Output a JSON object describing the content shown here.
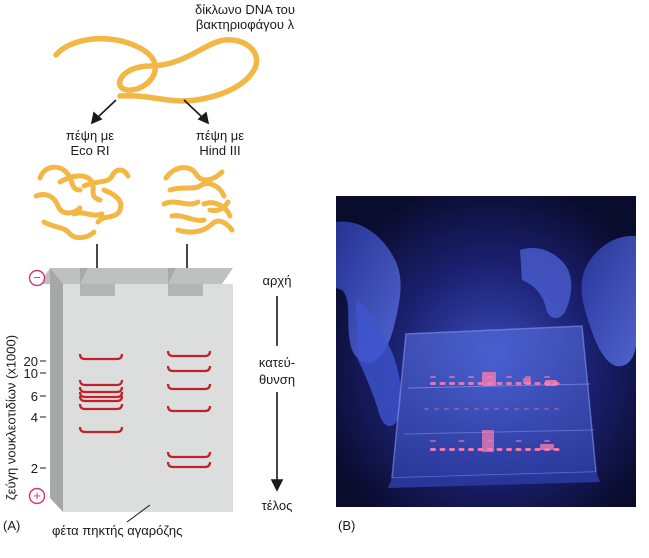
{
  "panel_a": {
    "dna_title_line1": "δίκλωνο DNA του",
    "dna_title_line2": "βακτηριοφάγου λ",
    "digest_left_line1": "πέψη με",
    "digest_left_line2": "Eco RI",
    "digest_right_line1": "πέψη με",
    "digest_right_line2": "Hind III",
    "y_axis_label": "ζεύγη νουκλεοτιδίων (x1000)",
    "tick_labels": [
      "20",
      "10",
      "6",
      "4",
      "2"
    ],
    "start_label": "αρχή",
    "direction_line1": "κατεύ-",
    "direction_line2": "θυνση",
    "end_label": "τέλος",
    "gel_caption": "φέτα πηκτής αγαρόζης",
    "minus_symbol": "−",
    "plus_symbol": "+",
    "panel_letter": "(A)",
    "colors": {
      "dna": "#f2b744",
      "band": "#c3202a",
      "gel_face": "#dcdedd",
      "gel_side": "#a6a8a7",
      "gel_top": "#bfc1c0",
      "electrode": "#d8336a"
    }
  },
  "panel_b": {
    "panel_letter": "(B)",
    "photo_description_colors": {
      "background": "#0c0f3a",
      "glow": "#4a63d8",
      "band": "#ff7fb0"
    }
  }
}
